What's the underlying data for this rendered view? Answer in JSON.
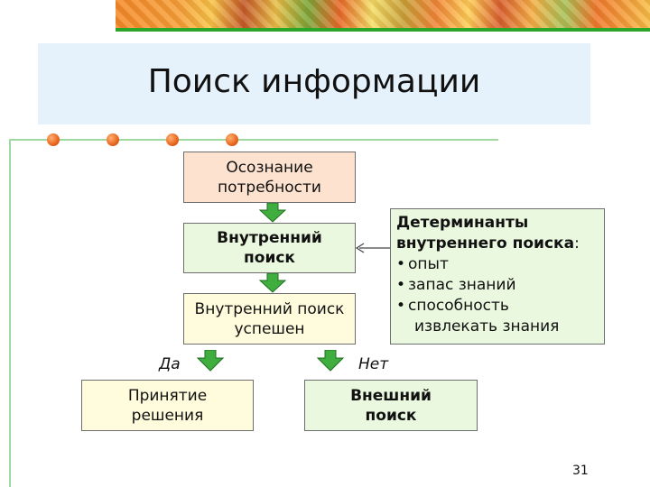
{
  "title": "Поиск информации",
  "colors": {
    "node_peach": "#fde3cf",
    "node_green": "#eaf8df",
    "node_cream": "#fffbdd",
    "arrow": "#2e9e2e"
  },
  "nodes": {
    "awareness": {
      "line1": "Осознание",
      "line2": "потребности"
    },
    "internal_search": {
      "line1": "Внутренний",
      "line2": "поиск"
    },
    "internal_success": {
      "line1": "Внутренний поиск",
      "line2": "успешен"
    },
    "decision": {
      "line1": "Принятие",
      "line2": "решения"
    },
    "external_search": {
      "line1": "Внешний",
      "line2": "поиск"
    }
  },
  "determinants": {
    "head1": "Детерминанты",
    "head2": "внутреннего поиска",
    "colon": ":",
    "items": [
      "опыт",
      "запас знаний",
      "способность"
    ],
    "continuation": "извлекать знания"
  },
  "branches": {
    "yes": "Да",
    "no": "Нет"
  },
  "page_number": "31"
}
